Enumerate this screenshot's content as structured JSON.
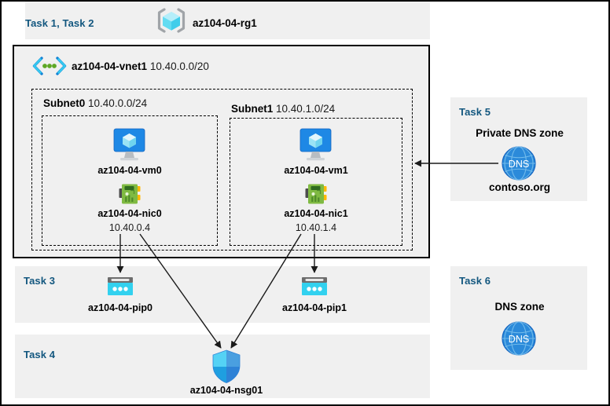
{
  "diagram": {
    "title_area": {
      "tasks_label": "Task 1, Task 2",
      "resource_group_name": "az104-04-rg1",
      "resource_group_icon": "resource-group-icon"
    },
    "vnet": {
      "name": "az104-04-vnet1",
      "cidr": "10.40.0.0/20",
      "icon": "virtual-network-icon",
      "subnets": [
        {
          "name": "Subnet0",
          "cidr": "10.40.0.0/24",
          "vm": {
            "name": "az104-04-vm0",
            "icon": "virtual-machine-icon"
          },
          "nic": {
            "name": "az104-04-nic0",
            "ip": "10.40.0.4",
            "icon": "network-interface-icon"
          }
        },
        {
          "name": "Subnet1",
          "cidr": "10.40.1.0/24",
          "vm": {
            "name": "az104-04-vm1",
            "icon": "virtual-machine-icon"
          },
          "nic": {
            "name": "az104-04-nic1",
            "ip": "10.40.1.4",
            "icon": "network-interface-icon"
          }
        }
      ]
    },
    "task3": {
      "label": "Task 3",
      "pip0": {
        "name": "az104-04-pip0",
        "icon": "public-ip-address-icon"
      },
      "pip1": {
        "name": "az104-04-pip1",
        "icon": "public-ip-address-icon"
      }
    },
    "task4": {
      "label": "Task 4",
      "nsg": {
        "name": "az104-04-nsg01",
        "icon": "network-security-group-icon"
      }
    },
    "task5": {
      "label": "Task 5",
      "zone_title": "Private DNS zone",
      "zone_name": "contoso.org",
      "icon": "dns-zone-icon",
      "icon_text": "DNS"
    },
    "task6": {
      "label": "Task 6",
      "zone_title": "DNS zone",
      "icon": "dns-zone-icon",
      "icon_text": "DNS"
    },
    "colors": {
      "task_label": "#13577f",
      "panel_bg": "#f0f0f0",
      "canvas_bg": "#ffffff",
      "border": "#000000",
      "azure_blue": "#0078d4",
      "cyan": "#32d1ef",
      "nic_green": "#7fba42",
      "dns_blue": "#1f7ad4"
    }
  }
}
